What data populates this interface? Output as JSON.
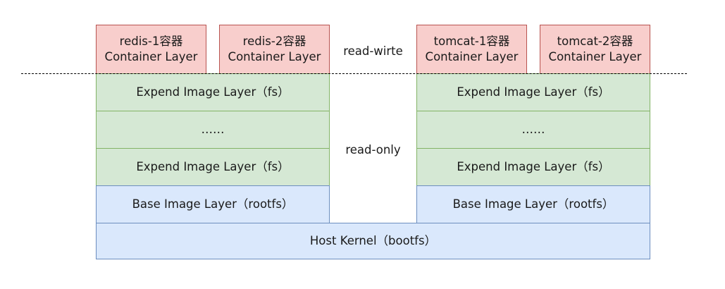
{
  "containers": [
    {
      "name": "redis-1容器",
      "layer": "Container Layer"
    },
    {
      "name": "redis-2容器",
      "layer": "Container Layer"
    },
    {
      "name": "tomcat-1容器",
      "layer": "Container Layer"
    },
    {
      "name": "tomcat-2容器",
      "layer": "Container Layer"
    }
  ],
  "labels": {
    "read_write": "read-wirte",
    "read_only": "read-only"
  },
  "left_stack": {
    "image_top": "Expend Image Layer（fs）",
    "ellipsis": "……",
    "image_bottom": "Expend Image Layer（fs）",
    "base": "Base Image Layer（rootfs）"
  },
  "right_stack": {
    "image_top": "Expend Image Layer（fs）",
    "ellipsis": "……",
    "image_bottom": "Expend Image Layer（fs）",
    "base": "Base Image Layer（rootfs）"
  },
  "host_kernel": "Host Kernel（bootfs）",
  "colors": {
    "container_fill": "#f8cecc",
    "container_stroke": "#b85450",
    "image_fill": "#d5e8d4",
    "image_stroke": "#82b366",
    "base_fill": "#dae8fc",
    "base_stroke": "#6c8ebf"
  }
}
